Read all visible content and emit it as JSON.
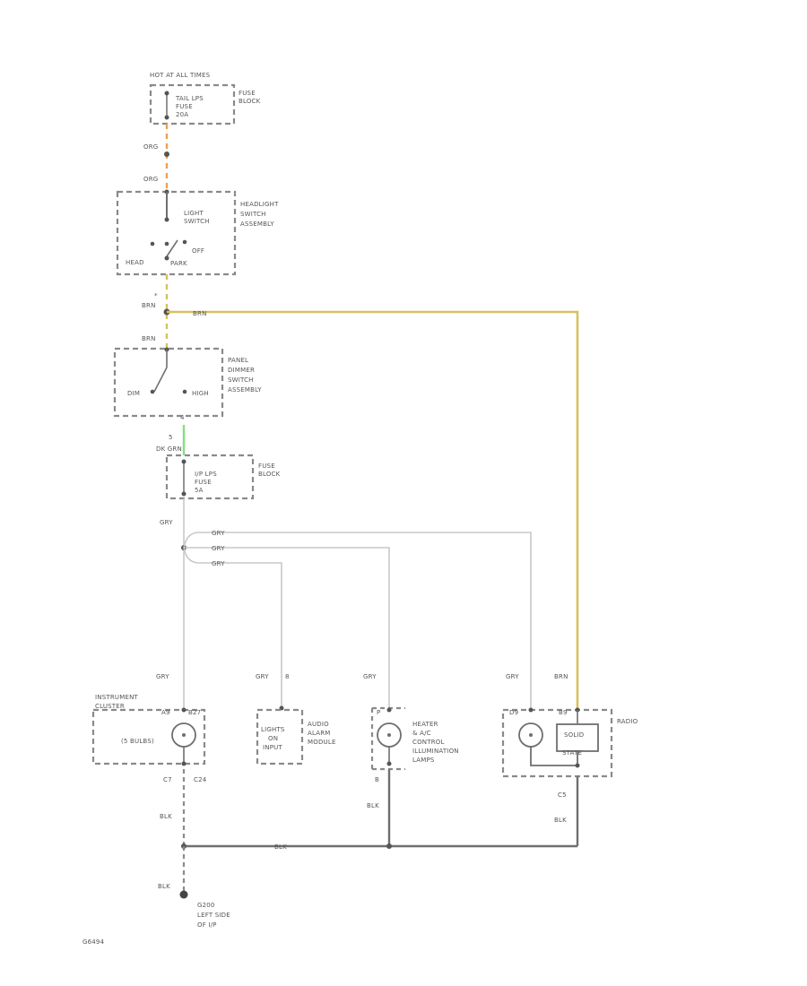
{
  "colors": {
    "orange_wire": "#f0a050",
    "brown_wire": "#d8c060",
    "green_wire": "#80e080",
    "grey_wire": "#c8c8c8",
    "black_wire": "#707070"
  },
  "fuse_block_top": {
    "header": "HOT AT ALL TIMES",
    "fuse_line1": "TAIL LPS",
    "fuse_line2": "FUSE",
    "fuse_line3": "20A",
    "name_line1": "FUSE",
    "name_line2": "BLOCK"
  },
  "wire_orn_1": "ORG",
  "wire_orn_2": "ORG",
  "headlight_switch": {
    "line1": "LIGHT",
    "line2": "SWITCH",
    "off": "OFF",
    "head": "HEAD",
    "park": "PARK",
    "name_line1": "HEADLIGHT",
    "name_line2": "SWITCH",
    "name_line3": "ASSEMBLY"
  },
  "splice_mark": "*",
  "wire_brn_1": "BRN",
  "wire_brn_right": "BRN",
  "wire_brn_2": "BRN",
  "dimmer_switch": {
    "dim": "DIM",
    "high": "HIGH",
    "name_line1": "PANEL",
    "name_line2": "DIMMER",
    "name_line3": "SWITCH",
    "name_line4": "ASSEMBLY",
    "pin": "4"
  },
  "pin_5": "5",
  "wire_dk_grn": "DK GRN",
  "fuse_block_bottom": {
    "line1": "I/P LPS",
    "line2": "FUSE",
    "line3": "5A",
    "name_line1": "FUSE",
    "name_line2": "BLOCK"
  },
  "wire_gry_main": "GRY",
  "branch_labels": [
    "GRY",
    "GRY",
    "GRY"
  ],
  "drop_labels": {
    "cluster": "GRY",
    "audio": "GRY",
    "audio_pin": "8",
    "heater": "GRY",
    "radio_gry": "GRY",
    "radio_brn": "BRN"
  },
  "instrument_cluster": {
    "name_line1": "INSTRUMENT",
    "name_line2": "CLUSTER",
    "bulbs": "(5 BULBS)",
    "pin_a": "A9",
    "pin_b": "B27",
    "pin_c": "C7",
    "pin_d": "C24"
  },
  "audio_alarm": {
    "box_line1": "LIGHTS",
    "box_line2": "ON",
    "box_line3": "INPUT",
    "name_line1": "AUDIO",
    "name_line2": "ALARM",
    "name_line3": "MODULE"
  },
  "heater_lamps": {
    "pin_top": "P",
    "pin_bottom": "B",
    "name_line1": "HEATER",
    "name_line2": "& A/C",
    "name_line3": "CONTROL",
    "name_line4": "ILLUMINATION",
    "name_line5": "LAMPS"
  },
  "radio": {
    "name": "RADIO",
    "pin_left": "D9",
    "pin_right": "B9",
    "pin_bottom": "C5",
    "box_line1": "SOLID",
    "box_line2": "STATE"
  },
  "ground": {
    "blk_1": "BLK",
    "blk_2": "BLK",
    "blk_3": "BLK",
    "blk_4": "BLK",
    "blk_5": "BLK",
    "name_line1": "G200",
    "name_line2": "LEFT SIDE",
    "name_line3": "OF I/P"
  },
  "figure_id": "G6494"
}
